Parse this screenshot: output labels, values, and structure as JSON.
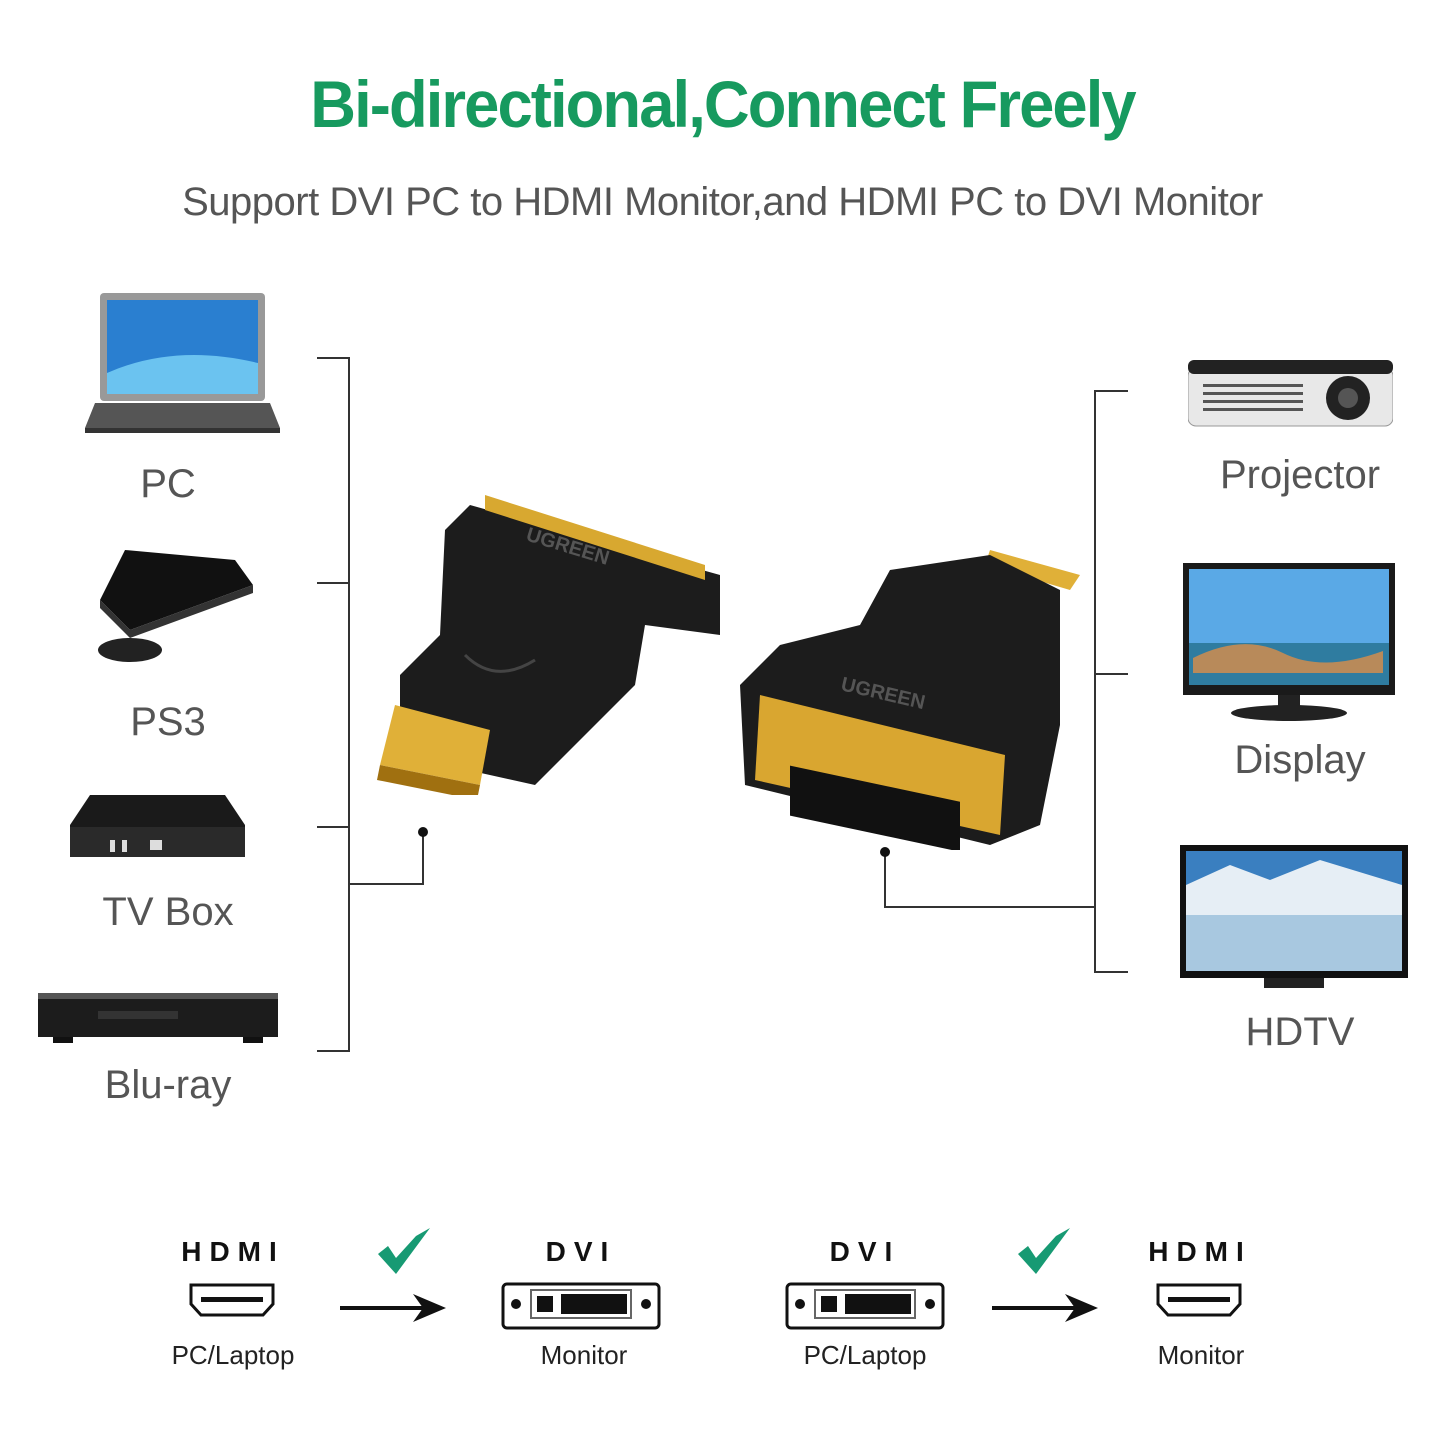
{
  "title": "Bi-directional,Connect Freely",
  "subtitle": "Support DVI PC to HDMI Monitor,and HDMI PC to DVI Monitor",
  "brand_color": "#179a5f",
  "sources": [
    {
      "label": "PC",
      "icon": "laptop-icon"
    },
    {
      "label": "PS3",
      "icon": "game-console-icon"
    },
    {
      "label": "TV Box",
      "icon": "tv-box-icon"
    },
    {
      "label": "Blu-ray",
      "icon": "bluray-player-icon"
    }
  ],
  "displays": [
    {
      "label": "Projector",
      "icon": "projector-icon"
    },
    {
      "label": "Display",
      "icon": "monitor-icon"
    },
    {
      "label": "HDTV",
      "icon": "tv-icon"
    }
  ],
  "adapters": {
    "brand": "UGREEN"
  },
  "flows": [
    {
      "from": {
        "type": "HDMI",
        "device": "PC/Laptop"
      },
      "to": {
        "type": "DVI",
        "device": "Monitor"
      }
    },
    {
      "from": {
        "type": "DVI",
        "device": "PC/Laptop"
      },
      "to": {
        "type": "HDMI",
        "device": "Monitor"
      }
    }
  ]
}
